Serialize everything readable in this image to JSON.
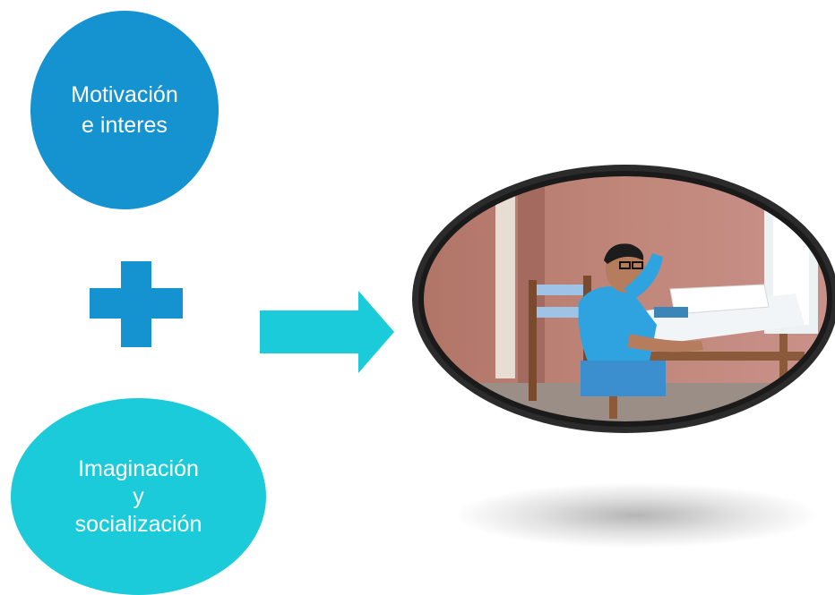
{
  "diagram": {
    "top_circle": {
      "line1": "Motivación",
      "line2": "e interes",
      "color": "#1592d0"
    },
    "bottom_circle": {
      "line1": "Imaginación",
      "line2": "y",
      "line3": "socialización",
      "color": "#1ccbd9"
    },
    "plus_color": "#1592d0",
    "arrow_color": "#1ccbd9",
    "photo_description_icon": "photo-icon"
  }
}
